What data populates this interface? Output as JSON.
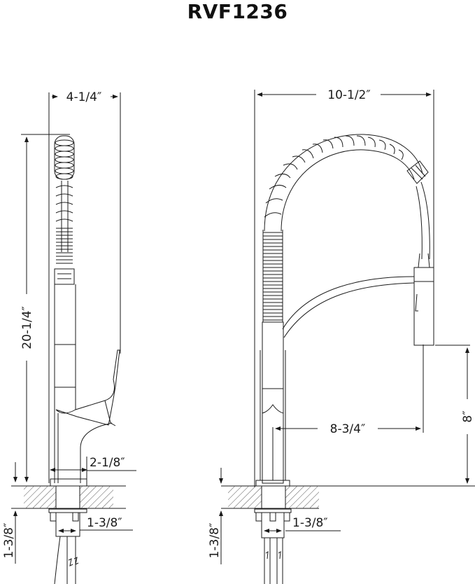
{
  "title": "RVF1236",
  "side_view": {
    "width_label": "4-1/4″",
    "height_label": "20-1/4″",
    "base_diameter_label": "2-1/8″",
    "shank_diameter_label": "1-3/8″",
    "deck_thickness_label": "1-3/8″"
  },
  "front_view": {
    "width_label": "10-1/2″",
    "reach_label": "8-3/4″",
    "spout_clearance_label": "8″",
    "shank_diameter_label": "1-3/8″",
    "deck_thickness_label": "1-3/8″"
  },
  "colors": {
    "line": "#1a1a1a",
    "hatch": "#555555",
    "background": "#ffffff"
  }
}
